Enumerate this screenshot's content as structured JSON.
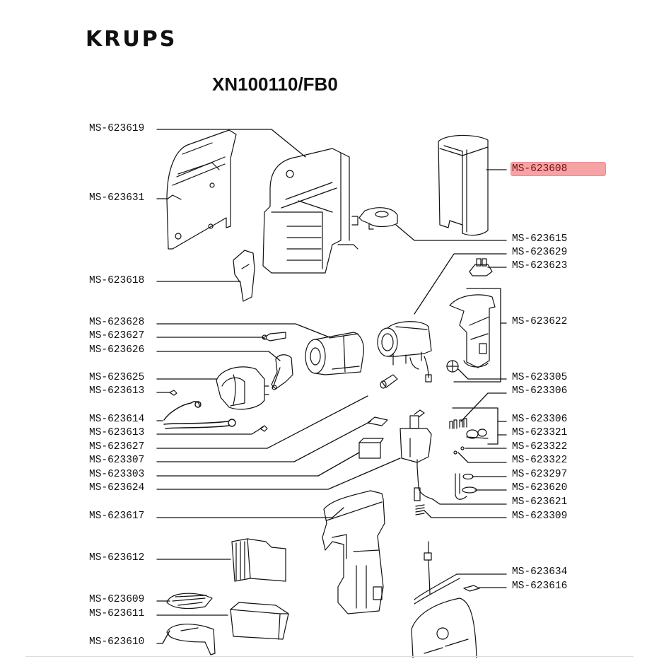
{
  "header": {
    "brand": "KRUPS",
    "model": "XN100110/FB0"
  },
  "colors": {
    "highlight": "#f6a3a6",
    "line": "#111111"
  },
  "left_labels": [
    "MS-623619",
    "MS-623631",
    "MS-623618",
    "MS-623628",
    "MS-623627",
    "MS-623626",
    "MS-623625",
    "MS-623613",
    "MS-623614",
    "MS-623613",
    "MS-623627",
    "MS-623307",
    "MS-623303",
    "MS-623624",
    "MS-623617",
    "MS-623612",
    "MS-623609",
    "MS-623611",
    "MS-623610"
  ],
  "right_labels": [
    "MS-623608",
    "MS-623615",
    "MS-623629",
    "MS-623623",
    "MS-623622",
    "MS-623305",
    "MS-623306",
    "MS-623306",
    "MS-623321",
    "MS-623322",
    "MS-623322",
    "MS-623297",
    "MS-623620",
    "MS-623621",
    "MS-623309",
    "MS-623634",
    "MS-623616"
  ],
  "selected_part": "MS-623608"
}
